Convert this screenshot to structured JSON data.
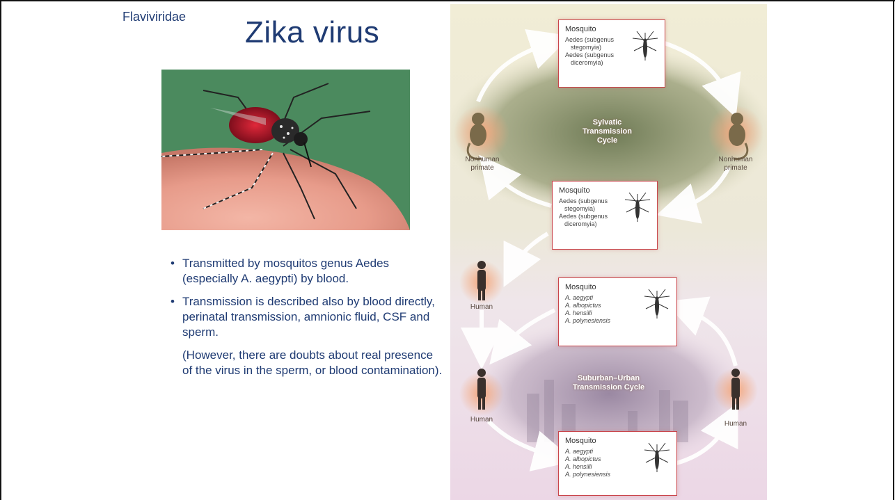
{
  "slide": {
    "category": "Flaviviridae",
    "title": "Zika virus",
    "bullets": [
      "Transmitted by mosquitos genus Aedes (especially A. aegypti) by blood.",
      "Transmission is described also by blood directly, perinatal transmission, amnionic fluid, CSF and sperm."
    ],
    "bullet_glyph": "•",
    "note": "(However, there are doubts about real presence of the virus in the sperm, or blood contamination)."
  },
  "diagram": {
    "sylvatic_label": "Sylvatic Transmission Cycle",
    "urban_label": "Suburban–Urban Transmission Cycle",
    "nonhuman_label": "Nonhuman primate",
    "human_label": "Human",
    "mosquito_boxes": [
      {
        "title": "Mosquito",
        "lines": [
          "Aedes (subgenus",
          "stegomyia)",
          "Aedes (subgenus",
          "diceromyia)"
        ]
      },
      {
        "title": "Mosquito",
        "lines": [
          "Aedes (subgenus",
          "stegomyia)",
          "Aedes (subgenus",
          "diceromyia)"
        ]
      },
      {
        "title": "Mosquito",
        "lines": [
          "A. aegypti",
          "A. albopictus",
          "A. hensilli",
          "A. polynesiensis"
        ]
      },
      {
        "title": "Mosquito",
        "lines": [
          "A. aegypti",
          "A. albopictus",
          "A. hensilli",
          "A. polynesiensis"
        ]
      }
    ]
  }
}
